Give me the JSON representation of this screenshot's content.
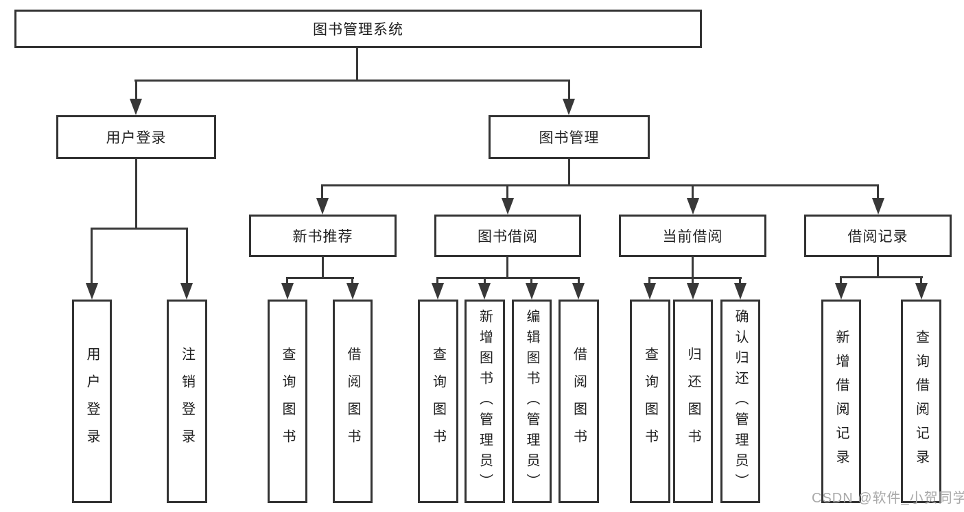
{
  "diagram": {
    "root": {
      "label": "图书管理系统"
    },
    "level2": [
      {
        "label": "用户登录"
      },
      {
        "label": "图书管理"
      }
    ],
    "level3": [
      {
        "label": "新书推荐"
      },
      {
        "label": "图书借阅"
      },
      {
        "label": "当前借阅"
      },
      {
        "label": "借阅记录"
      }
    ],
    "leaves": {
      "user_login": [
        {
          "label": "用户登录"
        },
        {
          "label": "注销登录"
        }
      ],
      "new_books": [
        {
          "label": "查询图书"
        },
        {
          "label": "借阅图书"
        }
      ],
      "book_borrow": [
        {
          "label": "查询图书"
        },
        {
          "label": "新增图书（管理员）"
        },
        {
          "label": "编辑图书（管理员）"
        },
        {
          "label": "借阅图书"
        }
      ],
      "current_borrow": [
        {
          "label": "查询图书"
        },
        {
          "label": "归还图书"
        },
        {
          "label": "确认归还（管理员）"
        }
      ],
      "borrow_records": [
        {
          "label": "新增借阅记录"
        },
        {
          "label": "查询借阅记录"
        }
      ]
    }
  },
  "watermark": {
    "text": "CSDN @软件_小贺同学"
  },
  "colors": {
    "background": "#ffffff",
    "line": "#383838",
    "box_border": "#333333",
    "text": "#1f1f1f",
    "watermark": "#a9a9a9"
  }
}
